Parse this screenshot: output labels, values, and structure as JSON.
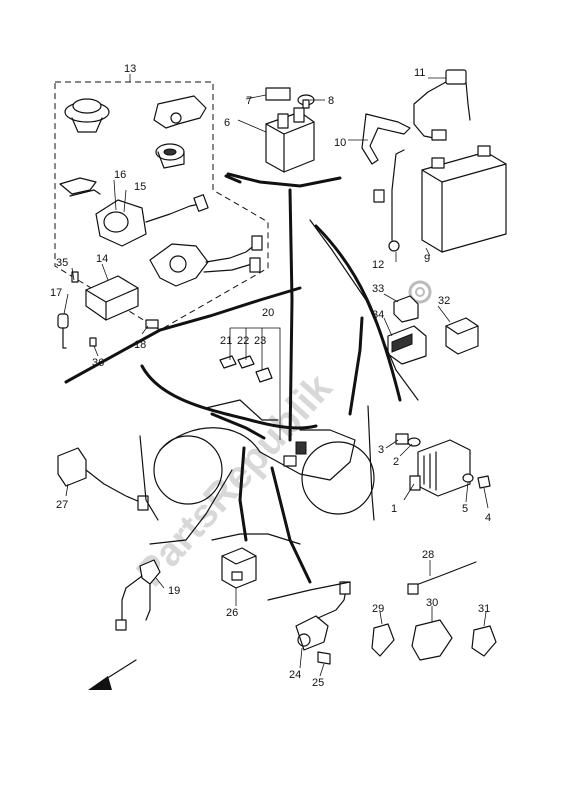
{
  "watermark": "PartsRepublik",
  "callouts": {
    "c1": "1",
    "c2": "2",
    "c3": "3",
    "c4": "4",
    "c5": "5",
    "c6": "6",
    "c7": "7",
    "c8": "8",
    "c9": "9",
    "c10": "10",
    "c11": "11",
    "c12": "12",
    "c13": "13",
    "c14": "14",
    "c15": "15",
    "c16": "16",
    "c17": "17",
    "c18": "18",
    "c19": "19",
    "c20": "20",
    "c21": "21",
    "c22": "22",
    "c23": "23",
    "c24": "24",
    "c25": "25",
    "c26": "26",
    "c27": "27",
    "c28": "28",
    "c29": "29",
    "c30": "30",
    "c31": "31",
    "c32": "32",
    "c33": "33",
    "c34": "34",
    "c35": "35",
    "c36": "36"
  }
}
